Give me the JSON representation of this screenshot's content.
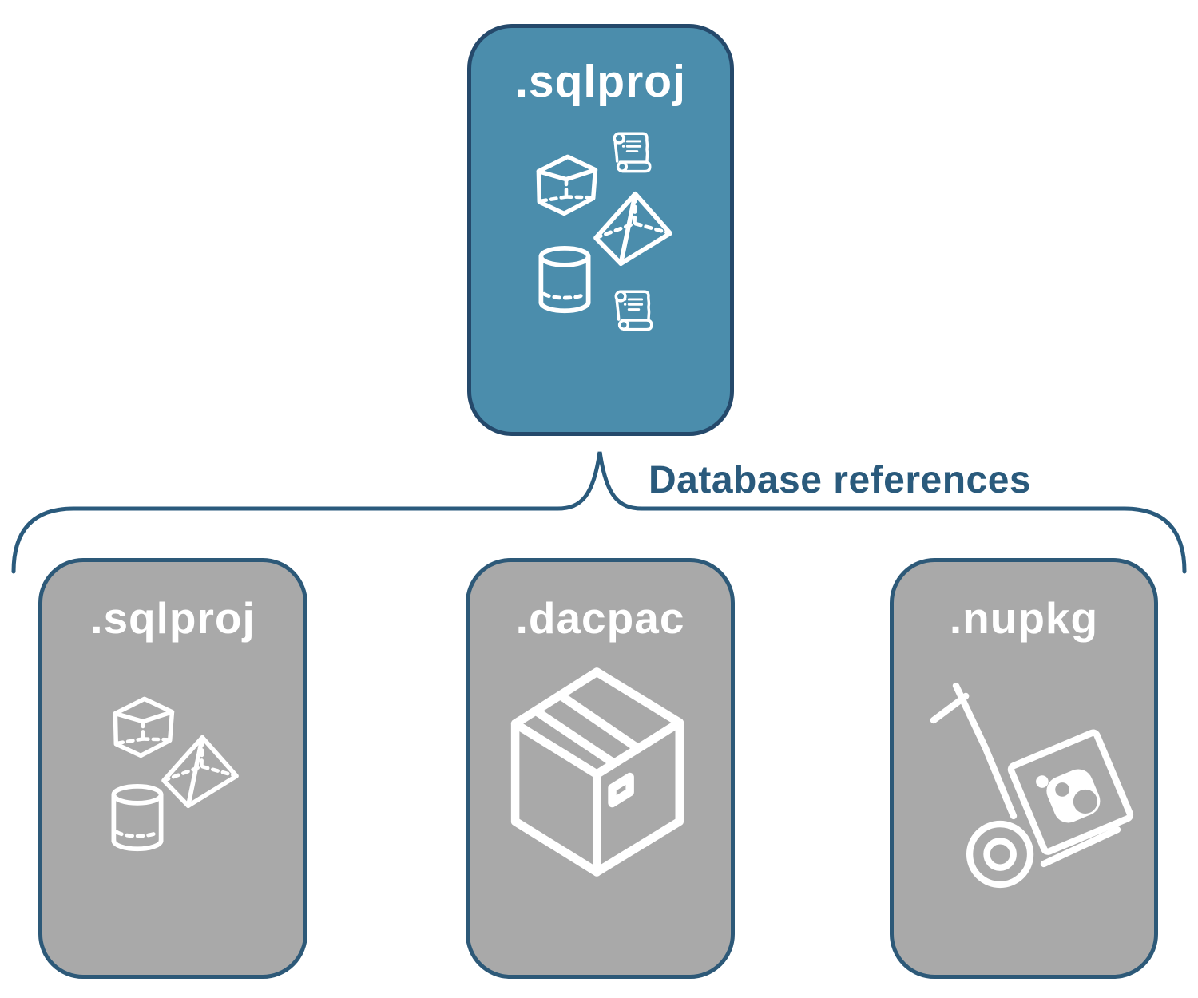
{
  "diagram": {
    "description": "SQL project database references diagram",
    "root_node": {
      "label": ".sqlproj",
      "icon": "sql-objects-and-scripts"
    },
    "connector": {
      "label": "Database references",
      "shape": "upward-curly-brace"
    },
    "child_nodes": [
      {
        "label": ".sqlproj",
        "icon": "sql-objects"
      },
      {
        "label": ".dacpac",
        "icon": "package-box"
      },
      {
        "label": ".nupkg",
        "icon": "nuget-hand-truck"
      }
    ],
    "colors": {
      "background": "#ffffff",
      "root_fill": "#4b8dac",
      "root_border": "#25496b",
      "child_fill": "#a9a9a9",
      "child_border": "#2d5978",
      "connector_line": "#2a5a7c",
      "label_text": "#ffffff",
      "icon_stroke": "#ffffff"
    }
  }
}
